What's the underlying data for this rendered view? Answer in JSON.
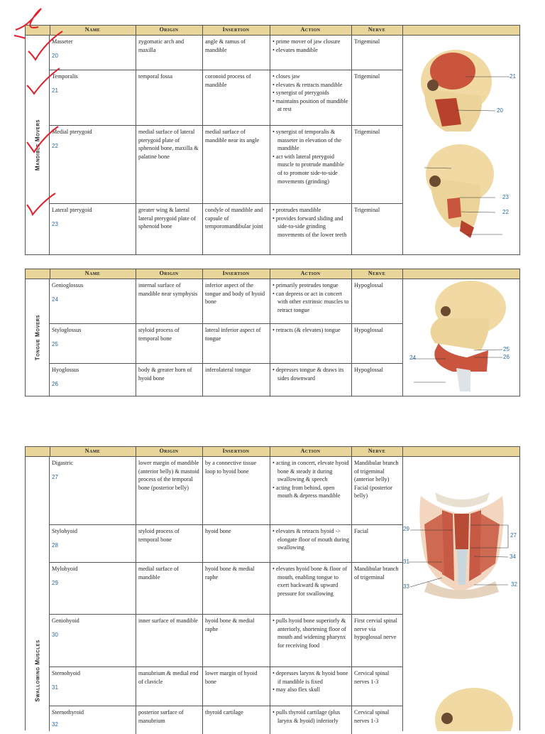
{
  "headers": {
    "name": "Name",
    "origin": "Origin",
    "insertion": "Insertion",
    "action": "Action",
    "nerve": "Nerve"
  },
  "mandible": {
    "section": "Mandible Movers",
    "rows": [
      {
        "name": "Masseter",
        "num": "20",
        "origin": "zygomatic arch and maxilla",
        "insertion": "angle & ramus of mandible",
        "actions": [
          "prime mover of jaw closure",
          "elevates mandible"
        ],
        "nerve": "Trigeminal"
      },
      {
        "name": "Temporalis",
        "num": "21",
        "origin": "temporal fossa",
        "insertion": "coronoid process of mandible",
        "actions": [
          "closes jaw",
          "elevates & retracts mandible",
          "synergist of pterygoids",
          "maintains position of mandible at rest"
        ],
        "nerve": "Trigeminal"
      },
      {
        "name": "Medial pterygoid",
        "num": "22",
        "origin": "medial surface of lateral pterygoid plate of sphenoid bone, maxilla & palatine bone",
        "insertion": "medial surface of mandible near its angle",
        "actions": [
          "synergist of temporalis & masseter in elevation of the mandible",
          "act with lateral pterygoid muscle to protrude mandible of to promote side-to-side movements (grinding)"
        ],
        "nerve": "Trigeminal"
      },
      {
        "name": "Lateral pterygoid",
        "num": "23",
        "origin": "greater wing & lateral lateral pterygoid plate of sphenoid bone",
        "insertion": "condyle of mandible and capsule of temporomandibular joint",
        "actions": [
          "protrudes mandible",
          "provides forward sliding and side-to-side grinding movements of the lower teeth"
        ],
        "nerve": "Trigeminal"
      }
    ],
    "labels": [
      "21",
      "20",
      "23",
      "22"
    ]
  },
  "tongue": {
    "section": "Tongue Movers",
    "rows": [
      {
        "name": "Genioglossus",
        "num": "24",
        "origin": "internal surface of mandible near symphysis",
        "insertion": "inferior aspect of the tongue and body of hyoid bone",
        "actions": [
          "primarily protrudes tongue",
          "can depress or act in concert with other extrinsic muscles to retract tongue"
        ],
        "nerve": "Hypoglossal"
      },
      {
        "name": "Styloglossus",
        "num": "25",
        "origin": "styloid process of temporal bone",
        "insertion": "lateral inferior aspect of tongue",
        "actions": [
          "retracts (& elevates) tongue"
        ],
        "nerve": "Hypoglossal"
      },
      {
        "name": "Hyoglossus",
        "num": "26",
        "origin": "body & greater horn of hyoid bone",
        "insertion": "inferolateral tongue",
        "actions": [
          "depresses tongue & draws its sides downward"
        ],
        "nerve": "Hypoglossal"
      }
    ],
    "labels": [
      "24",
      "25",
      "26"
    ]
  },
  "swallow": {
    "section": "Swallowing Muscles",
    "rows": [
      {
        "name": "Digastric",
        "num": "27",
        "origin": "lower margin of mandible (anterior belly) & mastoid process of the temporal bone (posterior belly)",
        "insertion": "by a connective tissue loop to hyoid bone",
        "actions": [
          "acting in concert, elevate hyoid bone & steady it during swallowing & speech",
          "acting from behind, open mouth & depress mandible"
        ],
        "nerve": "Mandibular branch of trigeminal (anterior belly) Facial (posterior belly)"
      },
      {
        "name": "Stylohyoid",
        "num": "28",
        "origin": "styloid process of temporal bone",
        "insertion": "hyoid bone",
        "actions": [
          "elevates & retracts hyoid -> elongate floor of mouth during swallowing"
        ],
        "nerve": "Facial"
      },
      {
        "name": "Mylohyoid",
        "num": "29",
        "origin": "medial surface of mandible",
        "insertion": "hyoid bone & medial raphe",
        "actions": [
          "elevates hyoid bone & floor of mouth, enabling tongue to exert backward & upward pressure for swallowing"
        ],
        "nerve": "Mandibular branch of trigeminal"
      },
      {
        "name": "Geniohyoid",
        "num": "30",
        "origin": "inner surface of mandible",
        "insertion": "hyoid bone & medial raphe",
        "actions": [
          "pulls hyoid bone superiorly & anteriorly, shortening floor of mouth and widening pharynx for receiving food"
        ],
        "nerve": "First cervial spinal nerve via hypoglossal nerve"
      },
      {
        "name": "Sternohyoid",
        "num": "31",
        "origin": "manubrium & medial end of clavicle",
        "insertion": "lower margin of hyoid bone",
        "actions": [
          "depresses larynx & hyoid bone if mandible is fixed",
          "may also flex skull"
        ],
        "nerve": "Cervical spinal nerves 1-3"
      },
      {
        "name": "Sternothyroid",
        "num": "32",
        "origin": "posterior surface of manubrium",
        "insertion": "thyroid cartilage",
        "actions": [
          "pulls thyroid cartilage (plus larynx & hyoid) inferiorly"
        ],
        "nerve": "Cervical spinal nerves 1-3"
      }
    ],
    "labels": [
      "29",
      "27",
      "34",
      "31",
      "33",
      "32"
    ]
  }
}
